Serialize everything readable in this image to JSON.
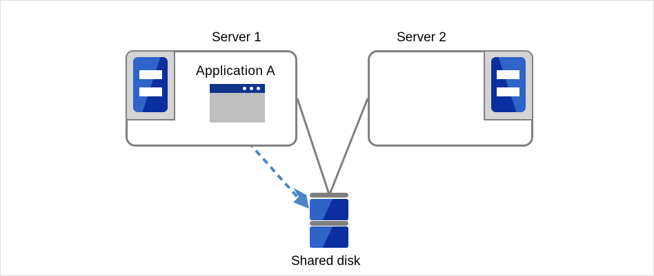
{
  "diagram": {
    "nodes": {
      "server1": {
        "title": "Server 1",
        "icon": "server-icon",
        "application": {
          "label": "Application A",
          "icon": "application-window-icon"
        }
      },
      "server2": {
        "title": "Server 2",
        "icon": "server-icon"
      },
      "shared_disk": {
        "title": "Shared disk",
        "icon": "disk-stack-icon"
      }
    },
    "connectors": [
      {
        "name": "server1-to-disk",
        "style": "solid",
        "color": "#7f7f7f"
      },
      {
        "name": "server2-to-disk",
        "style": "solid",
        "color": "#7f7f7f"
      },
      {
        "name": "application-a-to-disk",
        "style": "dashed",
        "color": "#4a86c8",
        "arrow": true
      }
    ],
    "colors": {
      "box_border": "#7f7f7f",
      "icon_blue": "#2e63c8",
      "icon_blue_dark": "#0b2f9e",
      "titlebar_blue": "#10338c",
      "window_body": "#bfbfbf",
      "icon_frame": "#d4d4d4",
      "dashed_arrow": "#4a86c8",
      "text": "#000000",
      "canvas_border": "#dcdcdc"
    }
  }
}
